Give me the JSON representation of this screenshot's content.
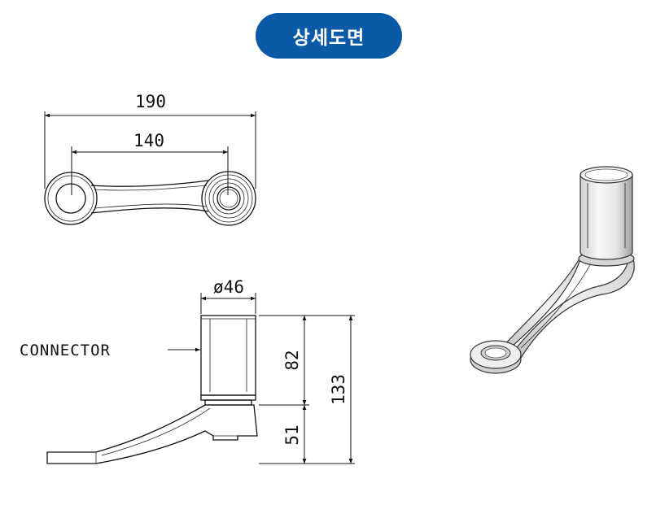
{
  "header": {
    "title": "상세도면"
  },
  "top_view": {
    "overall_width": "190",
    "center_distance": "140"
  },
  "front_view": {
    "diameter": "ø46",
    "connector_label": "CONNECTOR",
    "connector_height": "82",
    "total_height": "133",
    "base_height": "51"
  }
}
